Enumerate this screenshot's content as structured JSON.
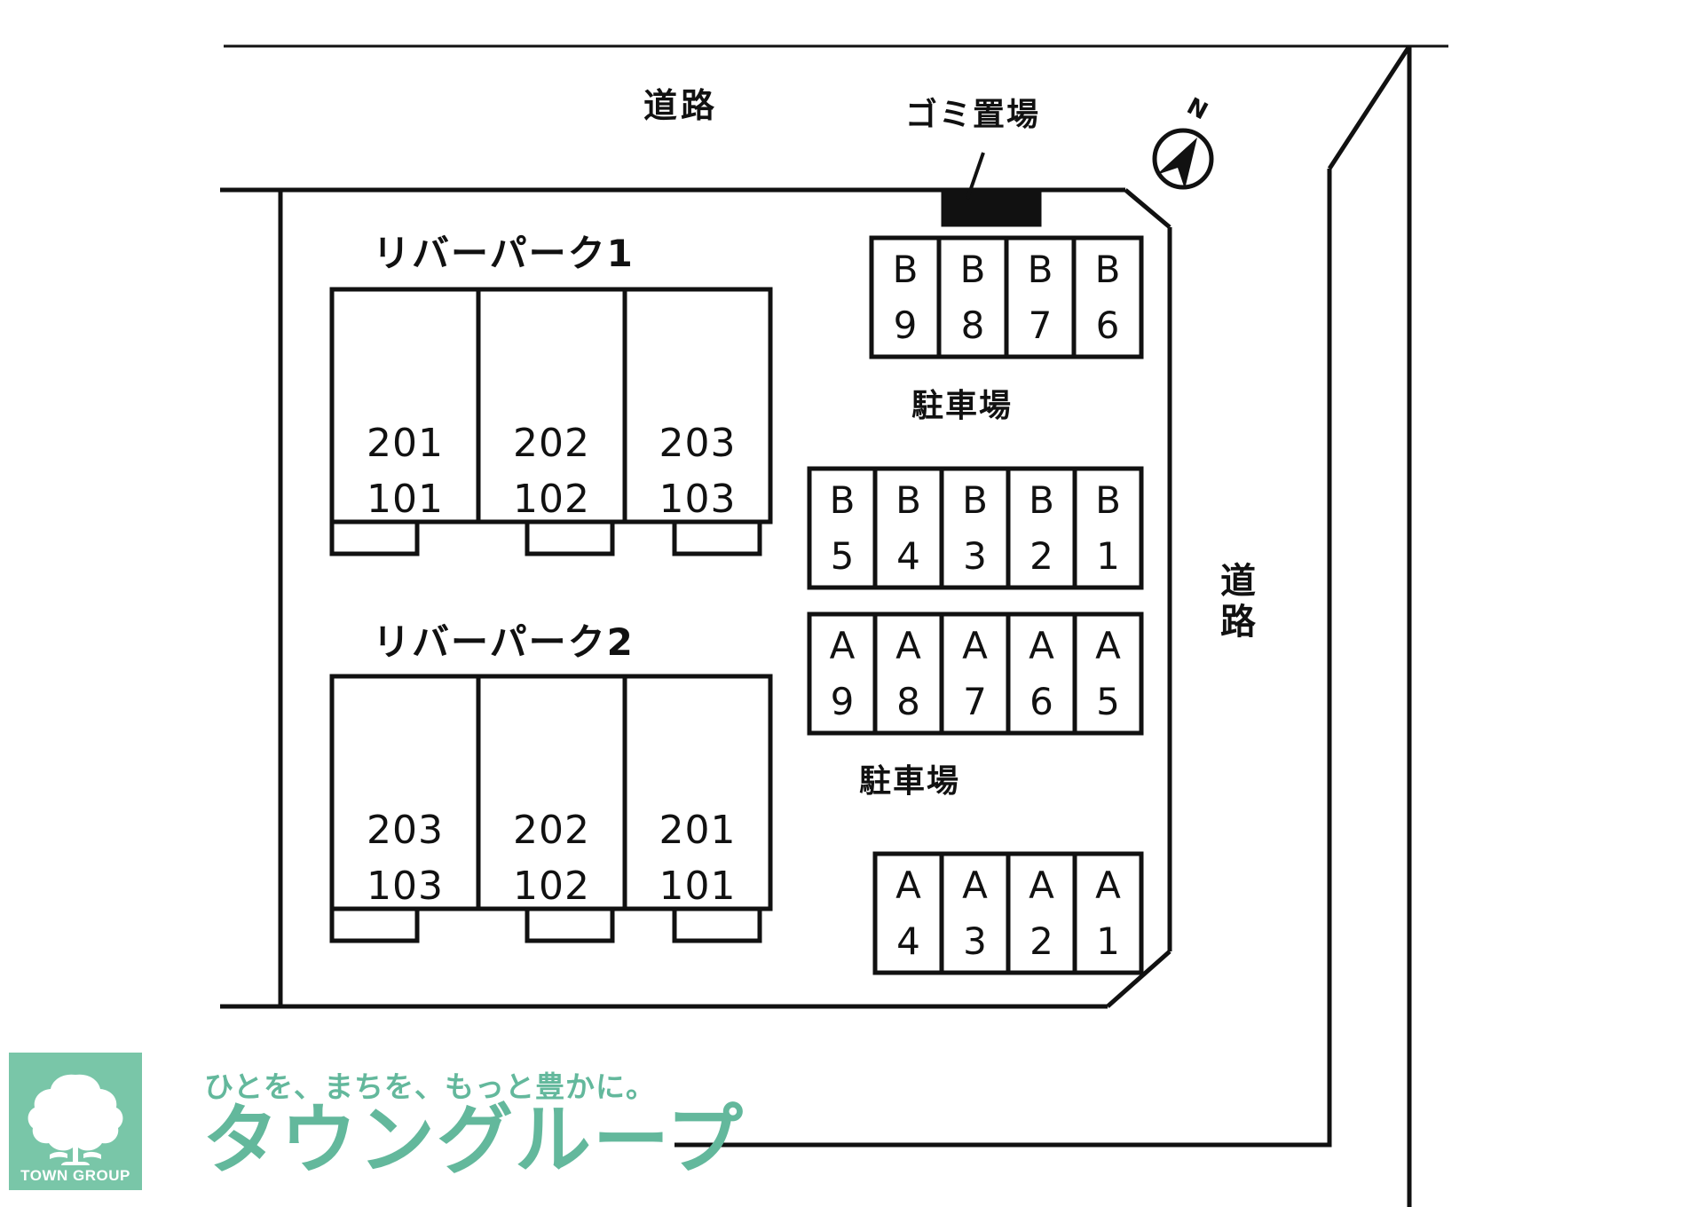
{
  "map": {
    "road_top_label": "道路",
    "road_right_label": "道路",
    "trash_label": "ゴミ置場",
    "compass_north": "N",
    "parking_label_b": "駐車場",
    "parking_label_a": "駐車場"
  },
  "buildings": [
    {
      "name": "リバーパーク2",
      "units": [
        {
          "upper": "203",
          "lower": "103"
        },
        {
          "upper": "202",
          "lower": "102"
        },
        {
          "upper": "201",
          "lower": "101"
        }
      ]
    },
    {
      "name": "リバーパーク1",
      "units": [
        {
          "upper": "201",
          "lower": "101"
        },
        {
          "upper": "202",
          "lower": "102"
        },
        {
          "upper": "203",
          "lower": "103"
        }
      ]
    }
  ],
  "parking_rows": [
    {
      "row_id": "b-upper",
      "stalls": [
        {
          "letter": "B",
          "num": "9"
        },
        {
          "letter": "B",
          "num": "8"
        },
        {
          "letter": "B",
          "num": "7"
        },
        {
          "letter": "B",
          "num": "6"
        }
      ]
    },
    {
      "row_id": "b-lower",
      "stalls": [
        {
          "letter": "B",
          "num": "5"
        },
        {
          "letter": "B",
          "num": "4"
        },
        {
          "letter": "B",
          "num": "3"
        },
        {
          "letter": "B",
          "num": "2"
        },
        {
          "letter": "B",
          "num": "1"
        }
      ]
    },
    {
      "row_id": "a-upper",
      "stalls": [
        {
          "letter": "A",
          "num": "9"
        },
        {
          "letter": "A",
          "num": "8"
        },
        {
          "letter": "A",
          "num": "7"
        },
        {
          "letter": "A",
          "num": "6"
        },
        {
          "letter": "A",
          "num": "5"
        }
      ]
    },
    {
      "row_id": "a-lower",
      "stalls": [
        {
          "letter": "A",
          "num": "4"
        },
        {
          "letter": "A",
          "num": "3"
        },
        {
          "letter": "A",
          "num": "2"
        },
        {
          "letter": "A",
          "num": "1"
        }
      ]
    }
  ],
  "footer": {
    "badge_text": "TOWN GROUP",
    "tagline": "ひとを、まちを、もっと豊かに。",
    "wordmark": "タウングループ"
  },
  "colors": {
    "brand_green": "#79c6a8",
    "wordmark_green": "#63b89c",
    "line": "#111111",
    "fill": "#ffffff"
  }
}
